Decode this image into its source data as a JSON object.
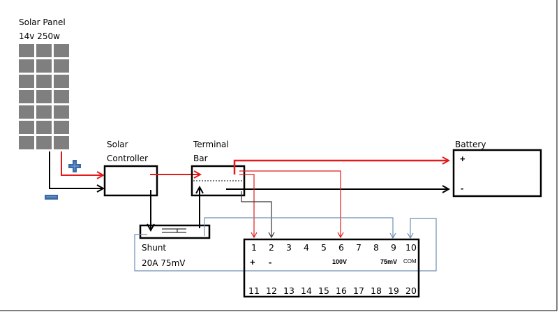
{
  "colors": {
    "positive_wire": "#e21a1a",
    "negative_wire": "#000000",
    "sense_wire": "#6d8fb3",
    "panel_cell": "#7f7f7f",
    "polarity_symbol": "#3a6ba8"
  },
  "solar_panel": {
    "title": "Solar Panel",
    "spec": "14v 250w",
    "rows": 7,
    "cols": 3,
    "plus_icon": "plus-icon",
    "minus_icon": "minus-icon"
  },
  "solar_controller": {
    "line1": "Solar",
    "line2": "Controller"
  },
  "terminal_bar": {
    "line1": "Terminal",
    "line2": "Bar"
  },
  "battery": {
    "title": "Battery",
    "positive": "+",
    "negative": "-"
  },
  "shunt": {
    "title": "Shunt",
    "spec": "20A 75mV"
  },
  "terminal_block": {
    "top_row": [
      "1",
      "2",
      "3",
      "4",
      "5",
      "6",
      "7",
      "8",
      "9",
      "10"
    ],
    "bottom_row": [
      "11",
      "12",
      "13",
      "14",
      "15",
      "16",
      "17",
      "18",
      "19",
      "20"
    ],
    "labels": {
      "t1": "+",
      "t2": "-",
      "t6": "100V",
      "t9": "75mV",
      "t10": "COM"
    }
  }
}
